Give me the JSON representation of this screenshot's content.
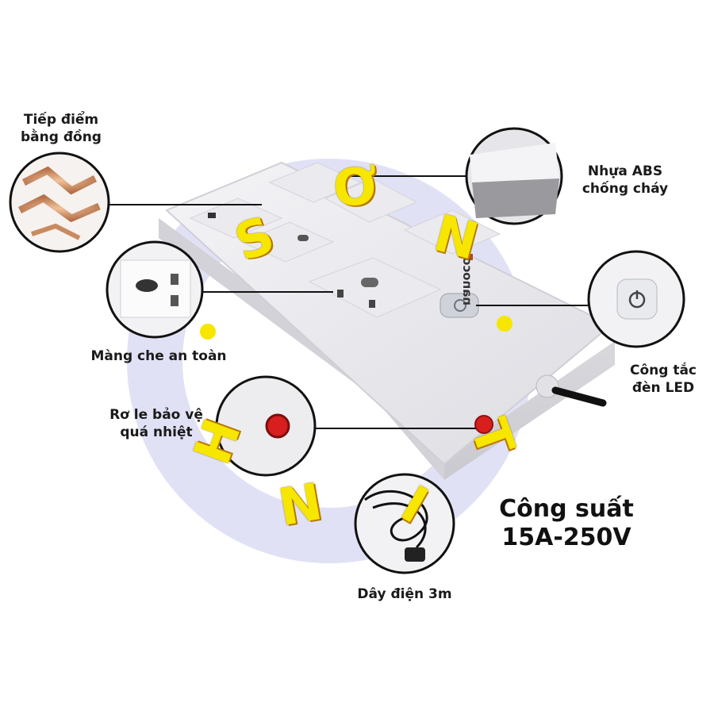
{
  "callouts": {
    "copper": {
      "line1": "Tiếp điểm",
      "line2": "bằng đồng"
    },
    "abs": {
      "line1": "Nhựa ABS",
      "line2": "chống cháy"
    },
    "shutter": {
      "line1": "Màng che an toàn"
    },
    "led": {
      "line1": "Công tắc",
      "line2": "đèn LED"
    },
    "relay": {
      "line1": "Rơ le bảo vệ",
      "line2": "quá nhiệt"
    },
    "cable": {
      "line1": "Dây điện 3m"
    }
  },
  "power": {
    "line1": "Công suất",
    "line2": "15A-250V"
  },
  "brand_logo": "nanoco",
  "watermark": [
    "S",
    "Ơ",
    "N",
    "H",
    "N",
    "I",
    "T"
  ],
  "colors": {
    "watermark": "#f7e600",
    "halo": "#c9c8ef",
    "relay": "#d81e1e",
    "label": "#1a1a1a"
  }
}
